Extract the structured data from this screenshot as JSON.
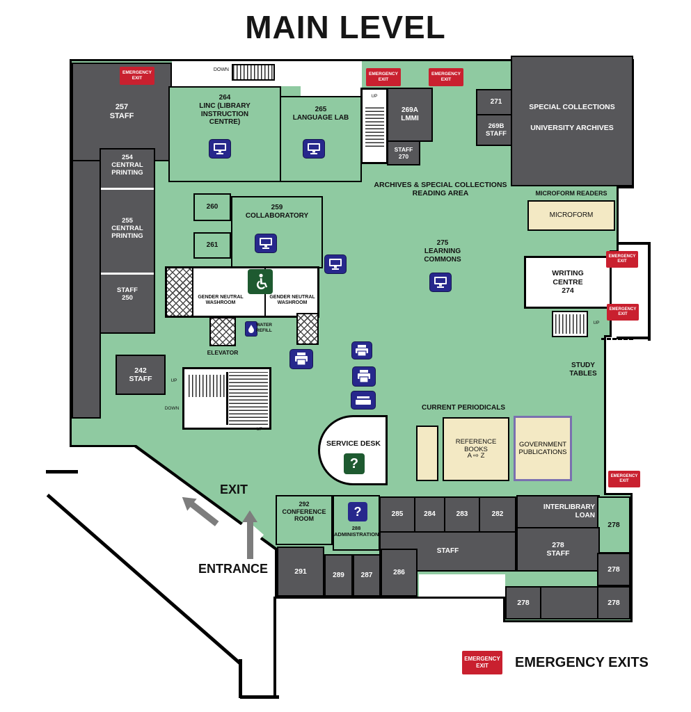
{
  "title": "MAIN LEVEL",
  "legend": {
    "badge": "EMERGENCY\nEXIT",
    "label": "EMERGENCY EXITS"
  },
  "badges": {
    "emergency": "EMERGENCY\nEXIT"
  },
  "stairs": {
    "up": "UP",
    "down": "DOWN"
  },
  "icons": {
    "question_mark": "?"
  },
  "rooms": {
    "staff257": "257\nSTAFF",
    "printing254": "254\nCENTRAL\nPRINTING",
    "printing255": "255\nCENTRAL\nPRINTING",
    "staff250": "STAFF\n250",
    "staff242": "242\nSTAFF",
    "linc264": "264\nLINC (LIBRARY\nINSTRUCTION\nCENTRE)",
    "lab265": "265\nLANGUAGE  LAB",
    "lmmi269a": "269A\nLMMI",
    "staff270": "STAFF\n270",
    "room271": "271",
    "staff269b": "269B\nSTAFF",
    "special_collections": "SPECIAL COLLECTIONS",
    "university_archives": "UNIVERSITY ARCHIVES",
    "microform_readers": "MICROFORM READERS",
    "microform": "MICROFORM",
    "archives_reading": "ARCHIVES & SPECIAL COLLECTIONS\nREADING AREA",
    "room260": "260",
    "room261": "261",
    "collaboratory259": "259\nCOLLABORATORY",
    "learning275": "275\nLEARNING COMMONS",
    "writing274": "WRITING\nCENTRE\n274",
    "washroom_left": "GENDER NEUTRAL\nWASHROOM",
    "washroom_right": "GENDER NEUTRAL\nWASHROOM",
    "water_refill": "WATER\nREFILL",
    "elevator": "ELEVATOR",
    "study_tables": "STUDY\nTABLES",
    "current_periodicals": "CURRENT PERIODICALS",
    "reference_books": "REFERENCE BOOKS",
    "reference_az": "A ⇨ Z",
    "government_publications": "GOVERNMENT\nPUBLICATIONS",
    "service_desk": "SERVICE DESK",
    "exit": "EXIT",
    "entrance": "ENTRANCE",
    "conference292": "292\nCONFERENCE\nROOM",
    "admin288": "288\nADMINISTRATION",
    "room285": "285",
    "room284": "284",
    "room283": "283",
    "room282": "282",
    "staff_area": "STAFF",
    "interlibrary": "INTERLIBRARY\nLOAN",
    "room278_green": "278",
    "staff278": "278\nSTAFF",
    "room291": "291",
    "room289": "289",
    "room287": "287",
    "room286": "286",
    "room278_a": "278",
    "room278_b": "278",
    "room278_c": "278"
  },
  "colors": {
    "dark_room": "#57575a",
    "green_area": "#8fcaa1",
    "beige": "#f3e9c4",
    "red_badge": "#c9202f",
    "icon_blue": "#27288c",
    "icon_green": "#1e5a30",
    "gov_border": "#7a70b0",
    "arrow_gray": "#7d7d7d"
  }
}
